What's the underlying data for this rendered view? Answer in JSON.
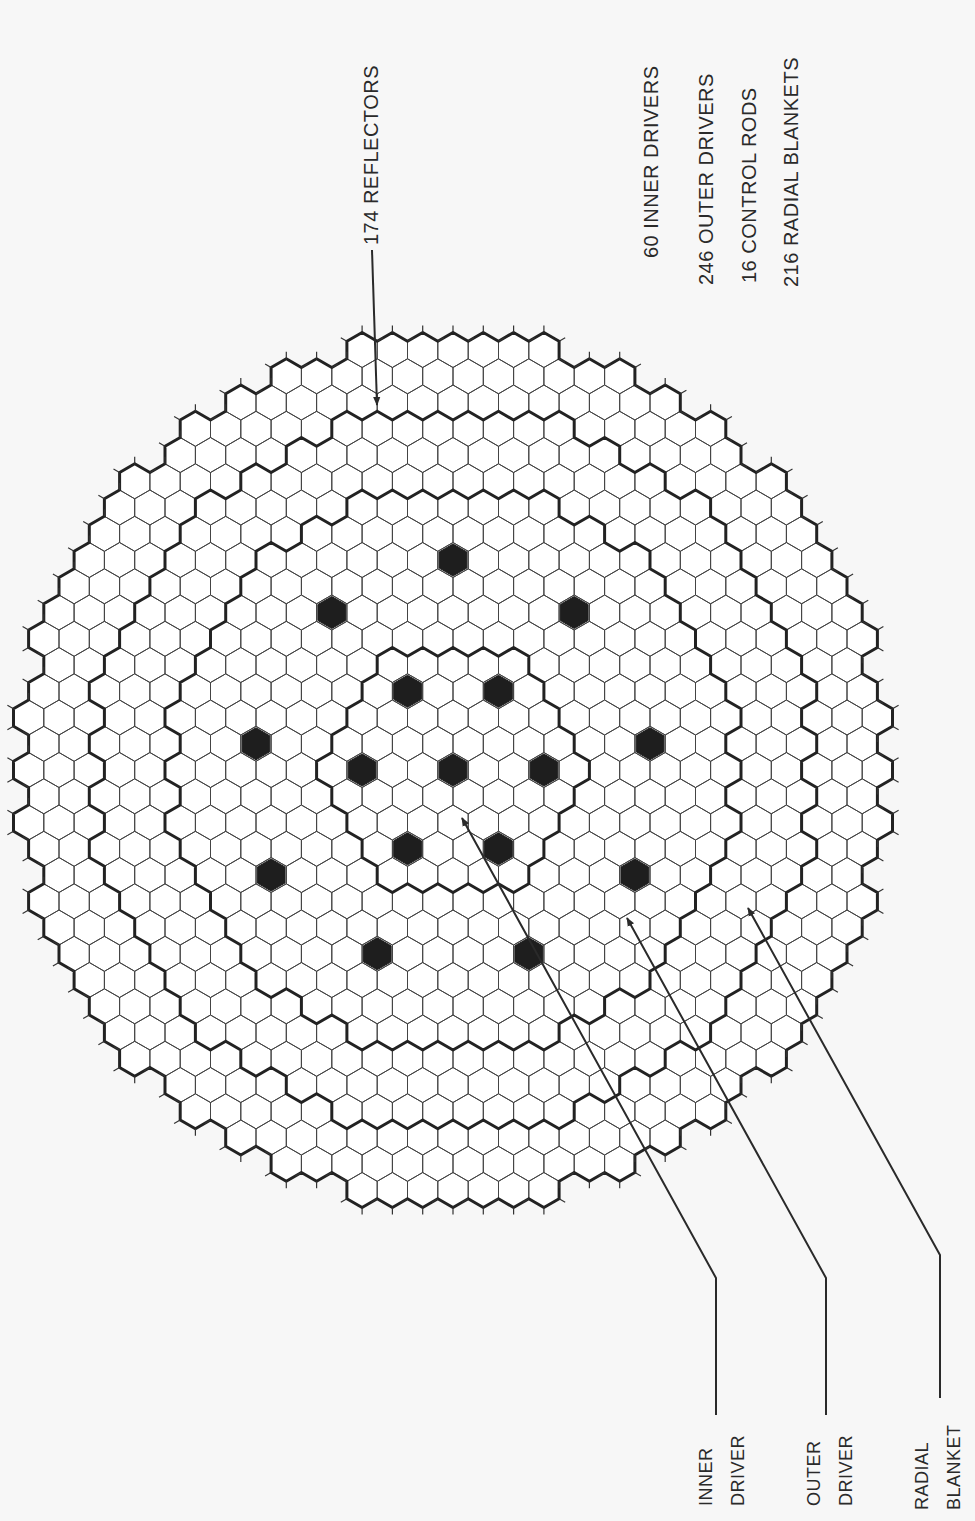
{
  "diagram": {
    "labels": [
      "60 INNER DRIVERS",
      "246 OUTER DRIVERS",
      "16 CONTROL RODS",
      "216 RADIAL BLANKETS",
      "174 REFLECTORS",
      "INNER DRIVER",
      "OUTER DRIVER",
      "RADIAL BLANKET"
    ]
  }
}
